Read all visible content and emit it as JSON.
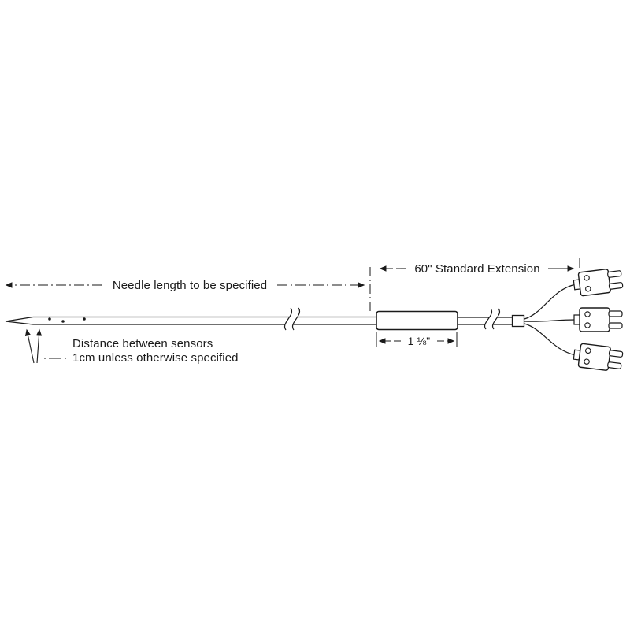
{
  "diagram": {
    "labels": {
      "needle_length": "Needle length to be specified",
      "extension": "60\" Standard Extension",
      "handle_length": "1 ⅛\"",
      "sensor_distance_line1": "Distance between sensors",
      "sensor_distance_line2": "1cm unless otherwise specified"
    },
    "colors": {
      "ink": "#1a1a1a",
      "background": "#ffffff"
    }
  }
}
